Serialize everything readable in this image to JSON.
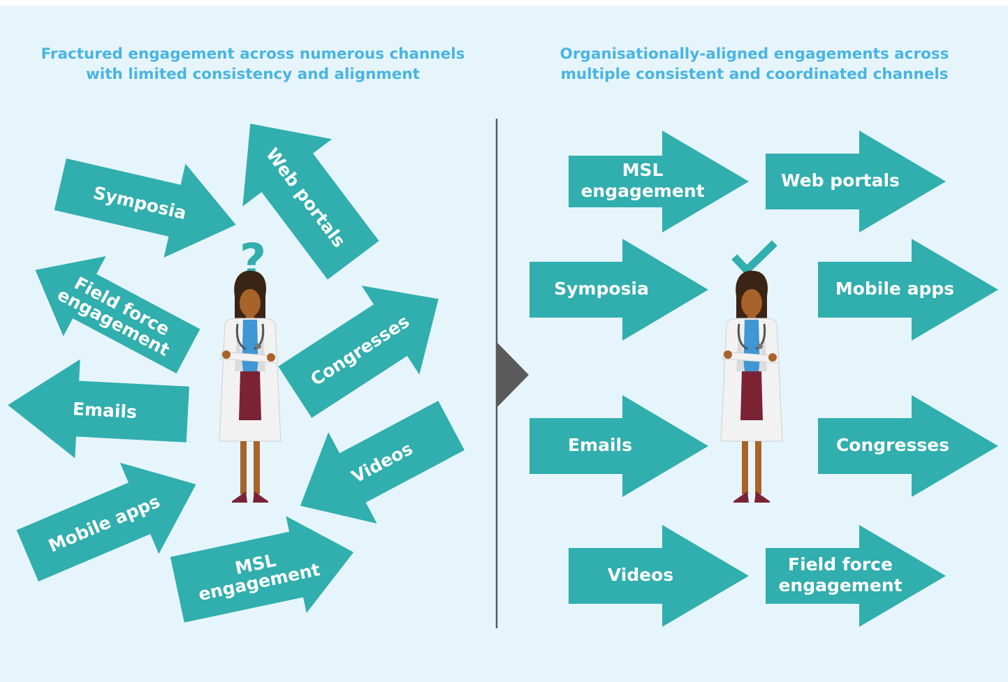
{
  "colors": {
    "panel_background": "#e6f5fc",
    "page_background": "#ffffff",
    "heading_text": "#49b4e3",
    "arrow_fill": "#31aeae",
    "arrow_text": "#ffffff",
    "divider": "#5a5a5a",
    "indicator": "#31aeae"
  },
  "left_panel": {
    "heading_line1": "Fractured engagement across numerous channels",
    "heading_line2": "with limited consistency and alignment",
    "indicator_icon": "question-mark-icon",
    "indicator_text": "?",
    "arrows": [
      {
        "lines": [
          "Symposia"
        ]
      },
      {
        "lines": [
          "Web portals"
        ]
      },
      {
        "lines": [
          "Field force",
          "engagement"
        ]
      },
      {
        "lines": [
          "Congresses"
        ]
      },
      {
        "lines": [
          "Emails"
        ]
      },
      {
        "lines": [
          "Videos"
        ]
      },
      {
        "lines": [
          "Mobile apps"
        ]
      },
      {
        "lines": [
          "MSL",
          "engagement"
        ]
      }
    ]
  },
  "right_panel": {
    "heading_line1": "Organisationally-aligned engagements across",
    "heading_line2": "multiple consistent and coordinated channels",
    "indicator_icon": "checkmark-icon",
    "arrows": [
      {
        "lines": [
          "MSL",
          "engagement"
        ]
      },
      {
        "lines": [
          "Web portals"
        ]
      },
      {
        "lines": [
          "Symposia"
        ]
      },
      {
        "lines": [
          "Mobile apps"
        ]
      },
      {
        "lines": [
          "Emails"
        ]
      },
      {
        "lines": [
          "Congresses"
        ]
      },
      {
        "lines": [
          "Videos"
        ]
      },
      {
        "lines": [
          "Field force",
          "engagement"
        ]
      }
    ]
  },
  "transition_icon": "play-triangle-icon",
  "figure_icon": "doctor-figure-icon"
}
